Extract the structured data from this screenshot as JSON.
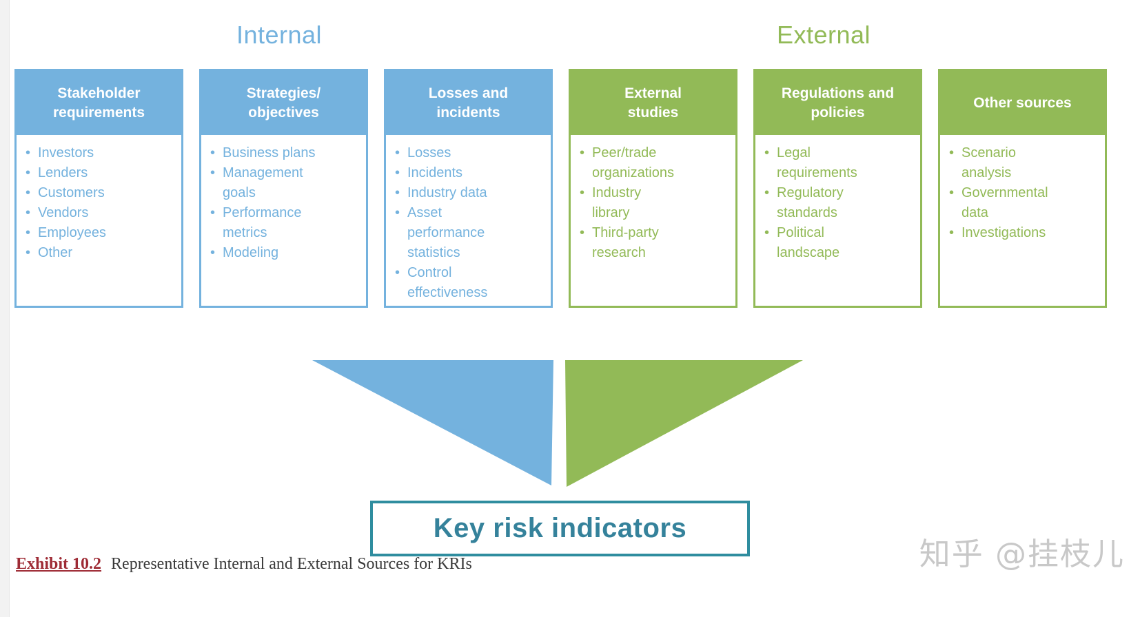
{
  "labels": {
    "internal": "Internal",
    "external": "External"
  },
  "columns": [
    {
      "group": "internal",
      "title": "Stakeholder\nrequirements",
      "items": [
        "Investors",
        "Lenders",
        "Customers",
        "Vendors",
        "Employees",
        "Other"
      ]
    },
    {
      "group": "internal",
      "title": "Strategies/\nobjectives",
      "items": [
        "Business plans",
        "Management\ngoals",
        "Performance\nmetrics",
        "Modeling"
      ]
    },
    {
      "group": "internal",
      "title": "Losses and\nincidents",
      "items": [
        "Losses",
        "Incidents",
        "Industry data",
        "Asset\nperformance\nstatistics",
        "Control\neffectiveness"
      ]
    },
    {
      "group": "external",
      "title": "External\nstudies",
      "items": [
        "Peer/trade\norganizations",
        "Industry\nlibrary",
        "Third-party\nresearch"
      ]
    },
    {
      "group": "external",
      "title": "Regulations and\npolicies",
      "items": [
        "Legal\nrequirements",
        "Regulatory\nstandards",
        "Political\nlandscape"
      ]
    },
    {
      "group": "external",
      "title": "Other sources",
      "items": [
        "Scenario\nanalysis",
        "Governmental\ndata",
        "Investigations"
      ]
    }
  ],
  "funnel": {
    "result_label": "Key risk indicators"
  },
  "caption": {
    "exhibit": "Exhibit 10.2",
    "title": "Representative Internal and External Sources for KRIs"
  },
  "watermark": "知乎 @挂枝儿",
  "colors": {
    "internal_blue": "#74b2de",
    "external_green": "#92ba57",
    "result_border_teal": "#2f8d9f",
    "result_text_teal": "#35829b",
    "exhibit_red": "#9e2b35",
    "watermark_gray": "#c8c8c8"
  }
}
